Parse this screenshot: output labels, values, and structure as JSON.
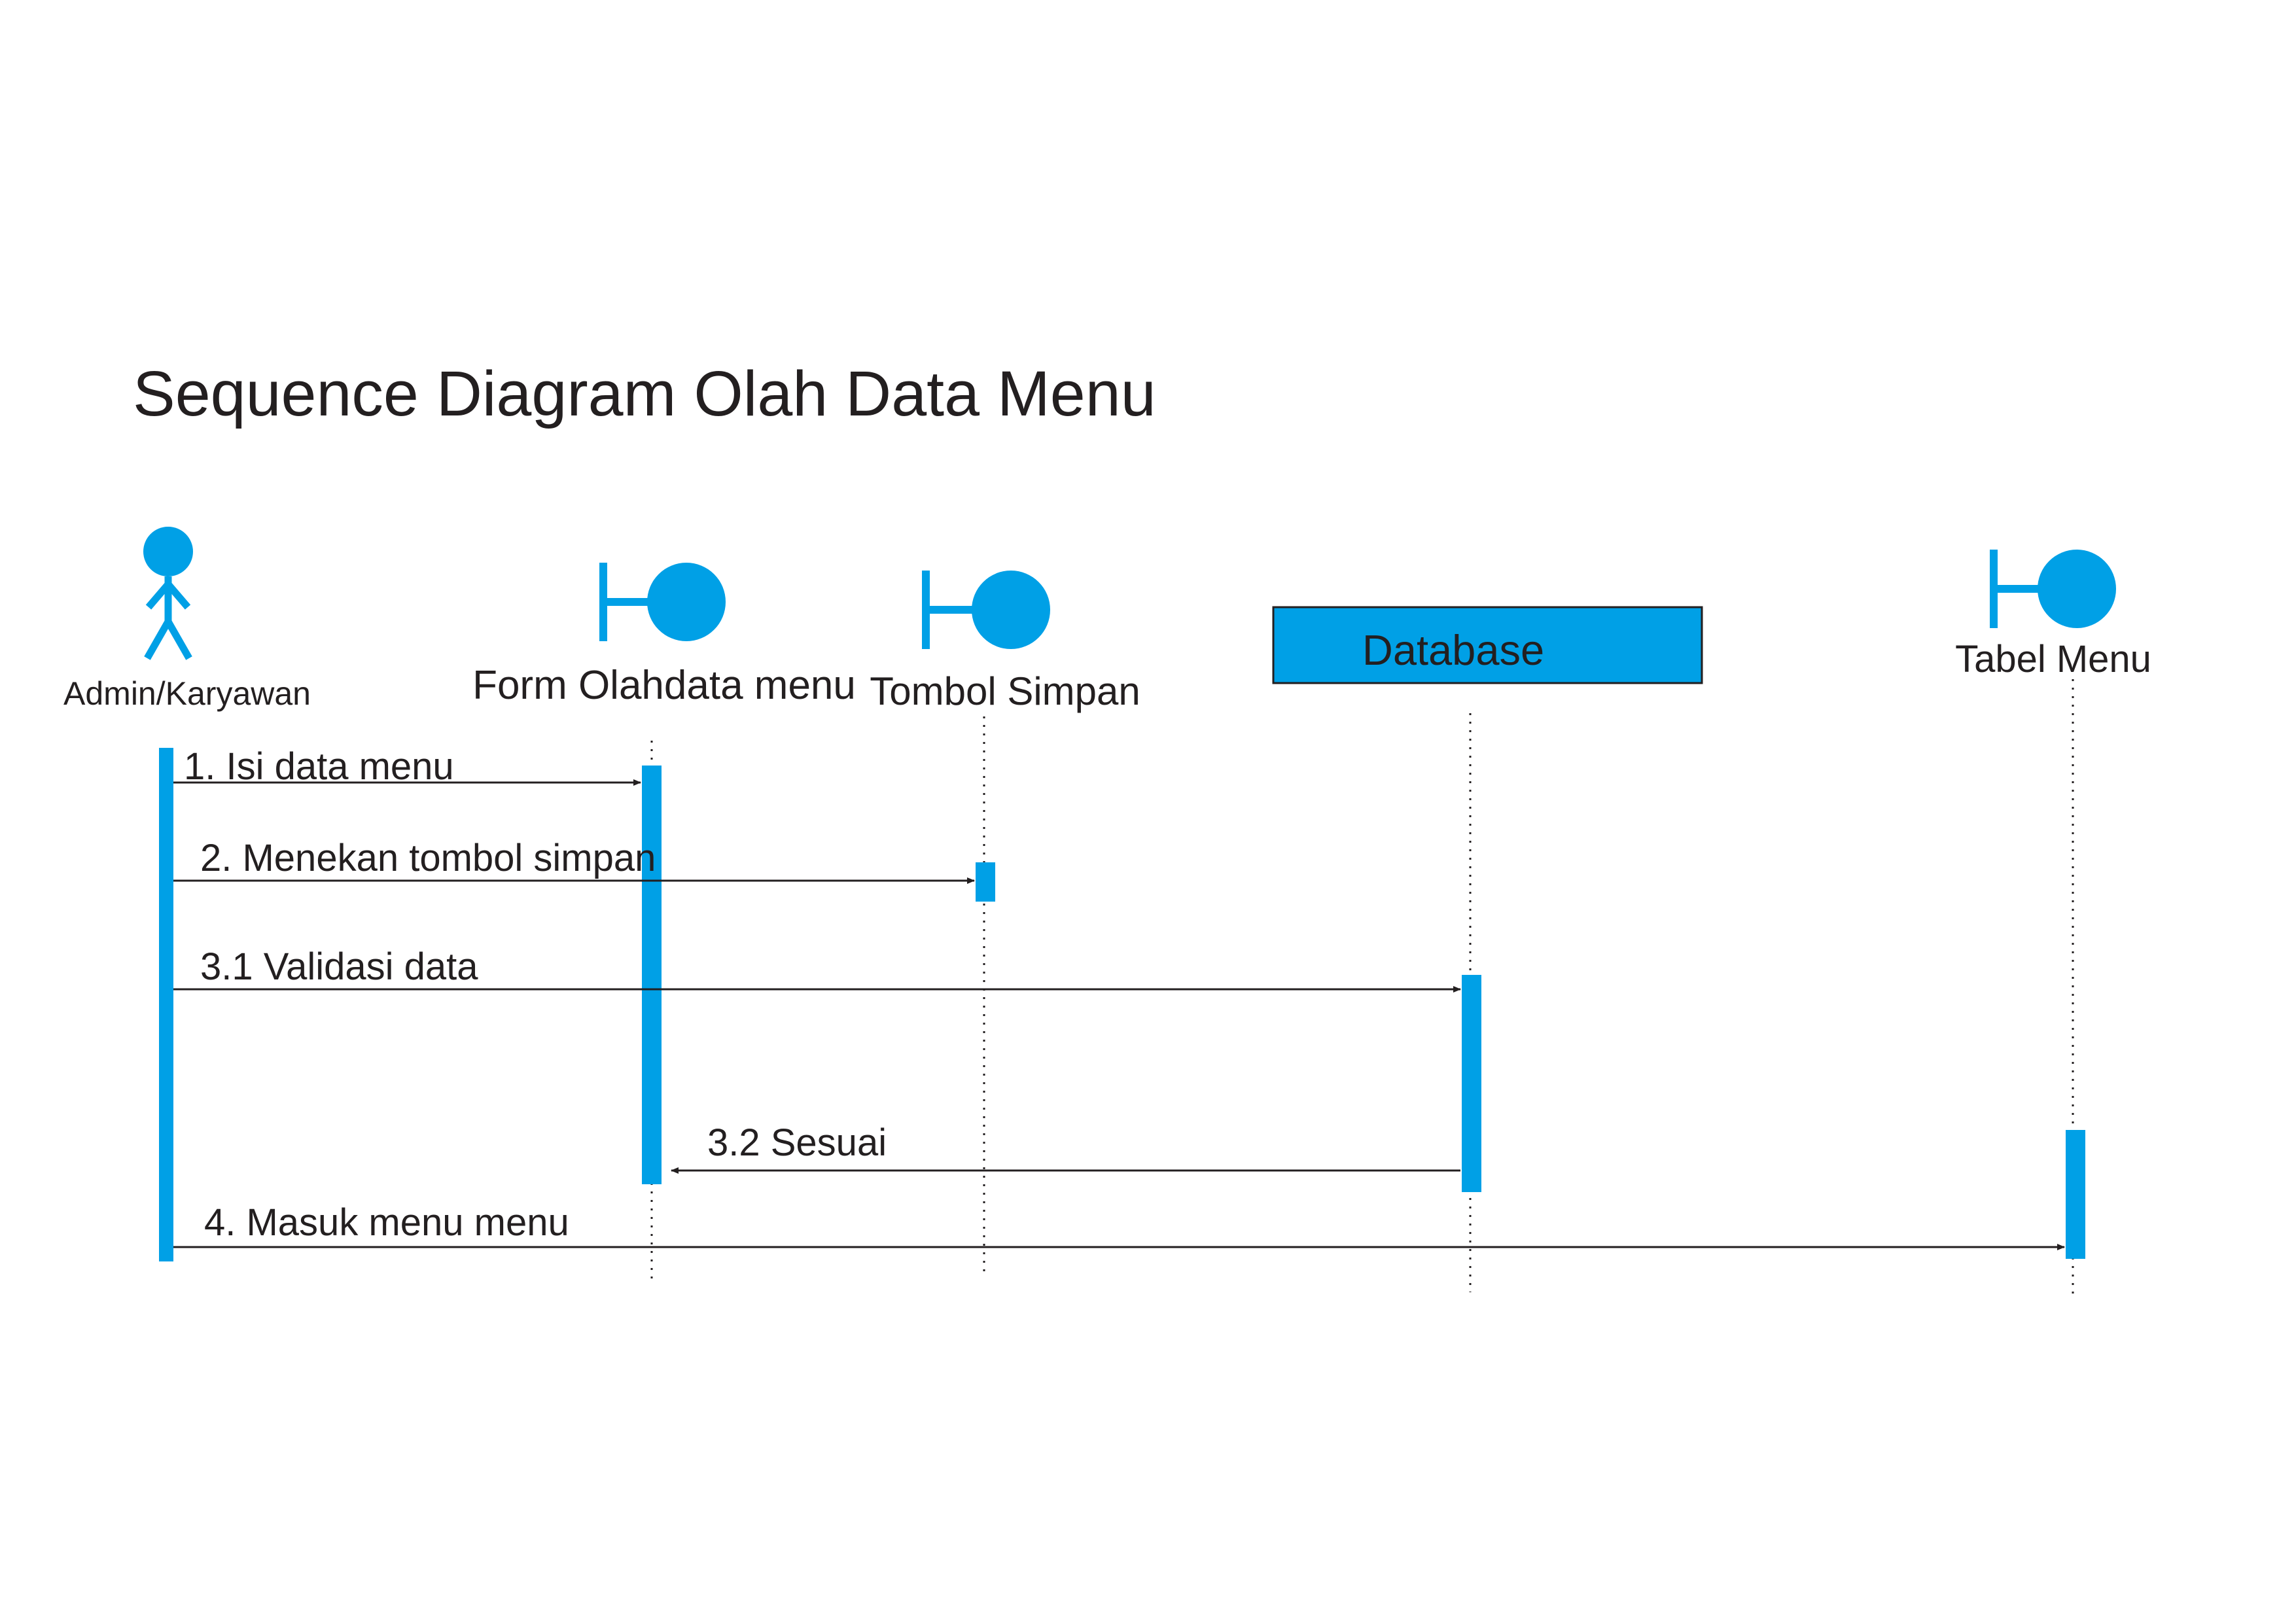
{
  "title": "Sequence Diagram Olah Data Menu",
  "colors": {
    "accent": "#00a0e6",
    "text": "#231f20",
    "line": "#231f20"
  },
  "participants": [
    {
      "id": "admin",
      "type": "actor",
      "icon": "actor-icon",
      "name": "Admin/Karyawan"
    },
    {
      "id": "form",
      "type": "boundary",
      "icon": "boundary-icon",
      "name": "Form Olahdata menu"
    },
    {
      "id": "tombol",
      "type": "boundary",
      "icon": "boundary-icon",
      "name": "Tombol Simpan"
    },
    {
      "id": "database",
      "type": "box",
      "name": "Database"
    },
    {
      "id": "tabel",
      "type": "boundary",
      "icon": "boundary-icon",
      "name": "Tabel Menu"
    }
  ],
  "messages": [
    {
      "label": "1. Isi data menu",
      "from": "admin",
      "to": "form"
    },
    {
      "label": "2. Menekan tombol simpan",
      "from": "admin",
      "to": "tombol"
    },
    {
      "label": "3.1 Validasi data",
      "from": "admin",
      "to": "database"
    },
    {
      "label": "3.2 Sesuai",
      "from": "database",
      "to": "form"
    },
    {
      "label": "4. Masuk menu menu",
      "from": "admin",
      "to": "tabel"
    }
  ]
}
